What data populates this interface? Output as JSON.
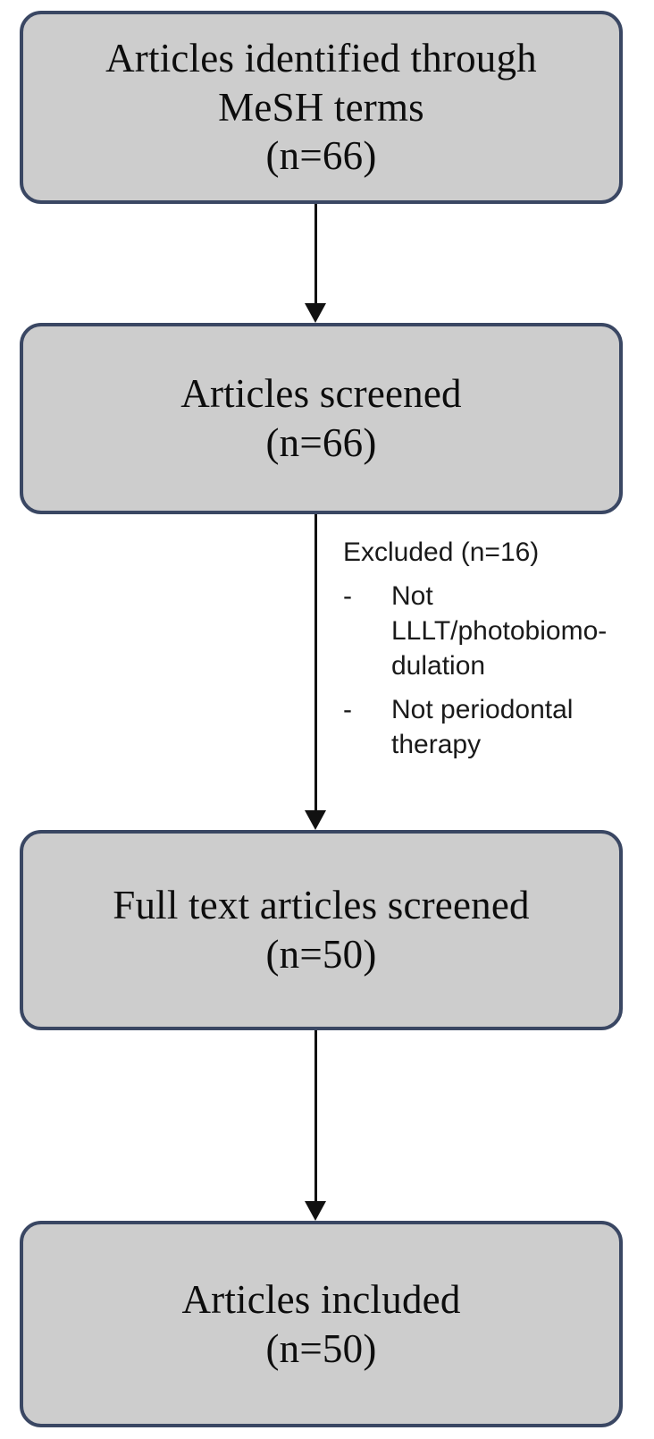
{
  "diagram": {
    "title": "PRISMA-style article selection flowchart",
    "colors": {
      "box_fill": "#cdcdcd",
      "box_border": "#3a4763",
      "arrow": "#111111",
      "text": "#0d0d0d",
      "background": "#ffffff"
    },
    "boxes": [
      {
        "id": "identified",
        "lines": [
          "Articles identified through",
          "MeSH terms",
          "(n=66)"
        ],
        "count": 66
      },
      {
        "id": "screened",
        "lines": [
          "Articles screened",
          "(n=66)"
        ],
        "count": 66
      },
      {
        "id": "fulltext",
        "lines": [
          "Full text articles screened",
          "(n=50)"
        ],
        "count": 50
      },
      {
        "id": "included",
        "lines": [
          "Articles included",
          "(n=50)"
        ],
        "count": 50
      }
    ],
    "annotation": {
      "heading": "Excluded (n=16)",
      "excluded_count": 16,
      "bullet_marker": "-",
      "items": [
        "Not LLLT/photobiomo-dulation",
        "Not periodontal therapy"
      ]
    },
    "arrows": [
      {
        "id": "arrow-1",
        "from": "identified",
        "to": "screened"
      },
      {
        "id": "arrow-2",
        "from": "screened",
        "to": "fulltext"
      },
      {
        "id": "arrow-3",
        "from": "fulltext",
        "to": "included"
      }
    ]
  }
}
